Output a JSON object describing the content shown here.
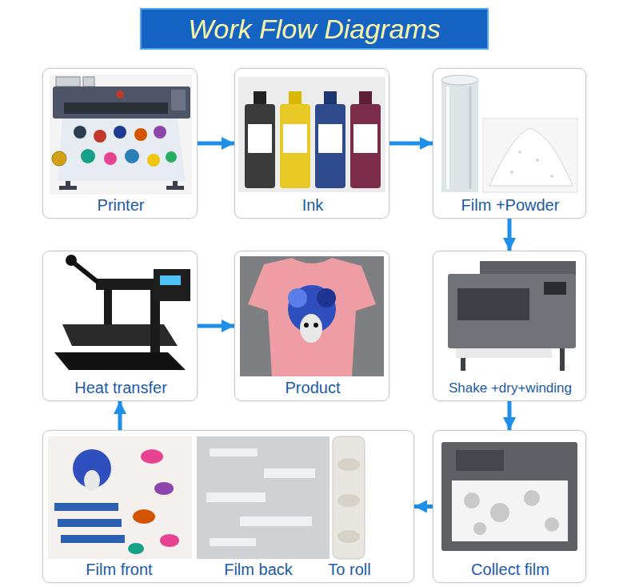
{
  "diagram": {
    "title": "Work Flow Diagrams",
    "nodes": [
      {
        "text": [
          "Printer"
        ]
      },
      {
        "text": [
          "Ink"
        ]
      },
      {
        "text": [
          "Film +Powder"
        ]
      },
      {
        "text": [
          "Heat transfer"
        ]
      },
      {
        "text": [
          "Product"
        ]
      },
      {
        "text": [
          "Shake +dry+winding"
        ]
      },
      {
        "text": [
          "Film front",
          "Film back",
          "To roll"
        ]
      },
      {
        "text": [
          "Collect film"
        ]
      }
    ],
    "edges": [
      {
        "from": 0,
        "to": 1,
        "arrow": "to"
      },
      {
        "from": 1,
        "to": 2,
        "arrow": "to"
      },
      {
        "from": 2,
        "to": 5,
        "arrow": "to"
      },
      {
        "from": 5,
        "to": 7,
        "arrow": "to"
      },
      {
        "from": 7,
        "to": 6,
        "arrow": "to"
      },
      {
        "from": 6,
        "to": 3,
        "arrow": "to"
      },
      {
        "from": 3,
        "to": 4,
        "arrow": "to"
      }
    ]
  }
}
